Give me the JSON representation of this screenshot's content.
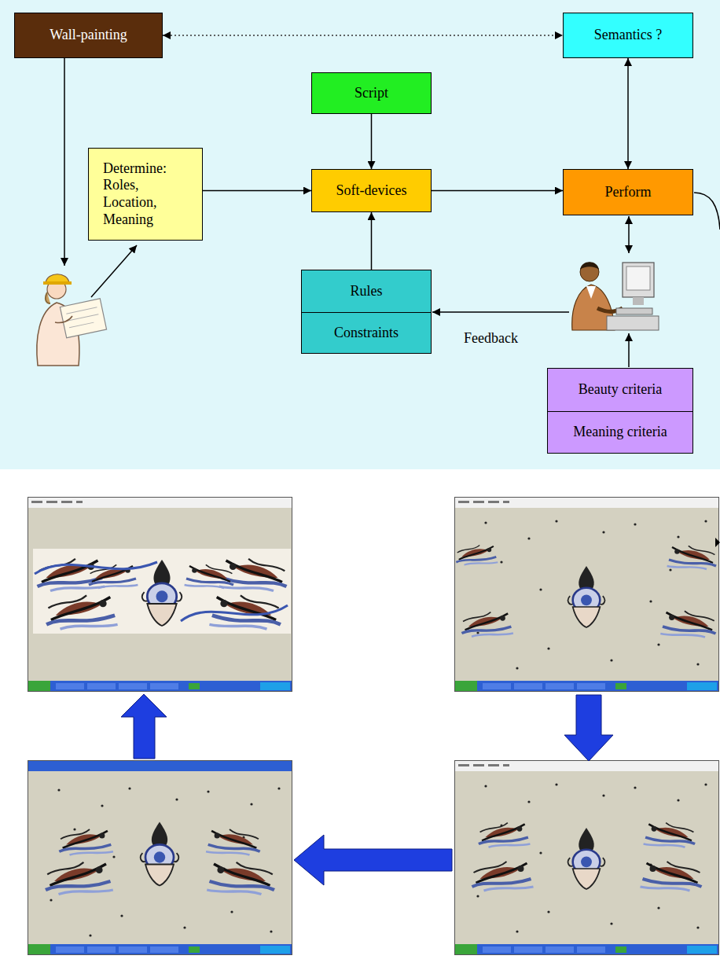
{
  "diagram": {
    "nodes": [
      {
        "text": [
          "Wall-painting"
        ]
      },
      {
        "text": [
          "Semantics ?"
        ]
      },
      {
        "text": [
          "Script"
        ]
      },
      {
        "text": [
          "Determine: Roles, Location, Meaning"
        ]
      },
      {
        "text": [
          "Soft-devices"
        ]
      },
      {
        "text": [
          "Perform"
        ]
      },
      {
        "text": [
          "Rules"
        ]
      },
      {
        "text": [
          "Constraints"
        ]
      },
      {
        "text": [
          "Beauty criteria"
        ]
      },
      {
        "text": [
          "Meaning criteria"
        ]
      }
    ],
    "edges": [
      {
        "from": 0,
        "to": 1,
        "arrow": "both"
      },
      {
        "from": 3,
        "to": 4,
        "arrow": "to"
      },
      {
        "from": 2,
        "to": 4,
        "arrow": "to"
      },
      {
        "from": 4,
        "to": 5,
        "arrow": "to"
      },
      {
        "from": 1,
        "to": 5,
        "arrow": "both"
      },
      {
        "from": 6,
        "to": 4,
        "arrow": "to"
      }
    ],
    "labels": [
      "Feedback"
    ]
  }
}
